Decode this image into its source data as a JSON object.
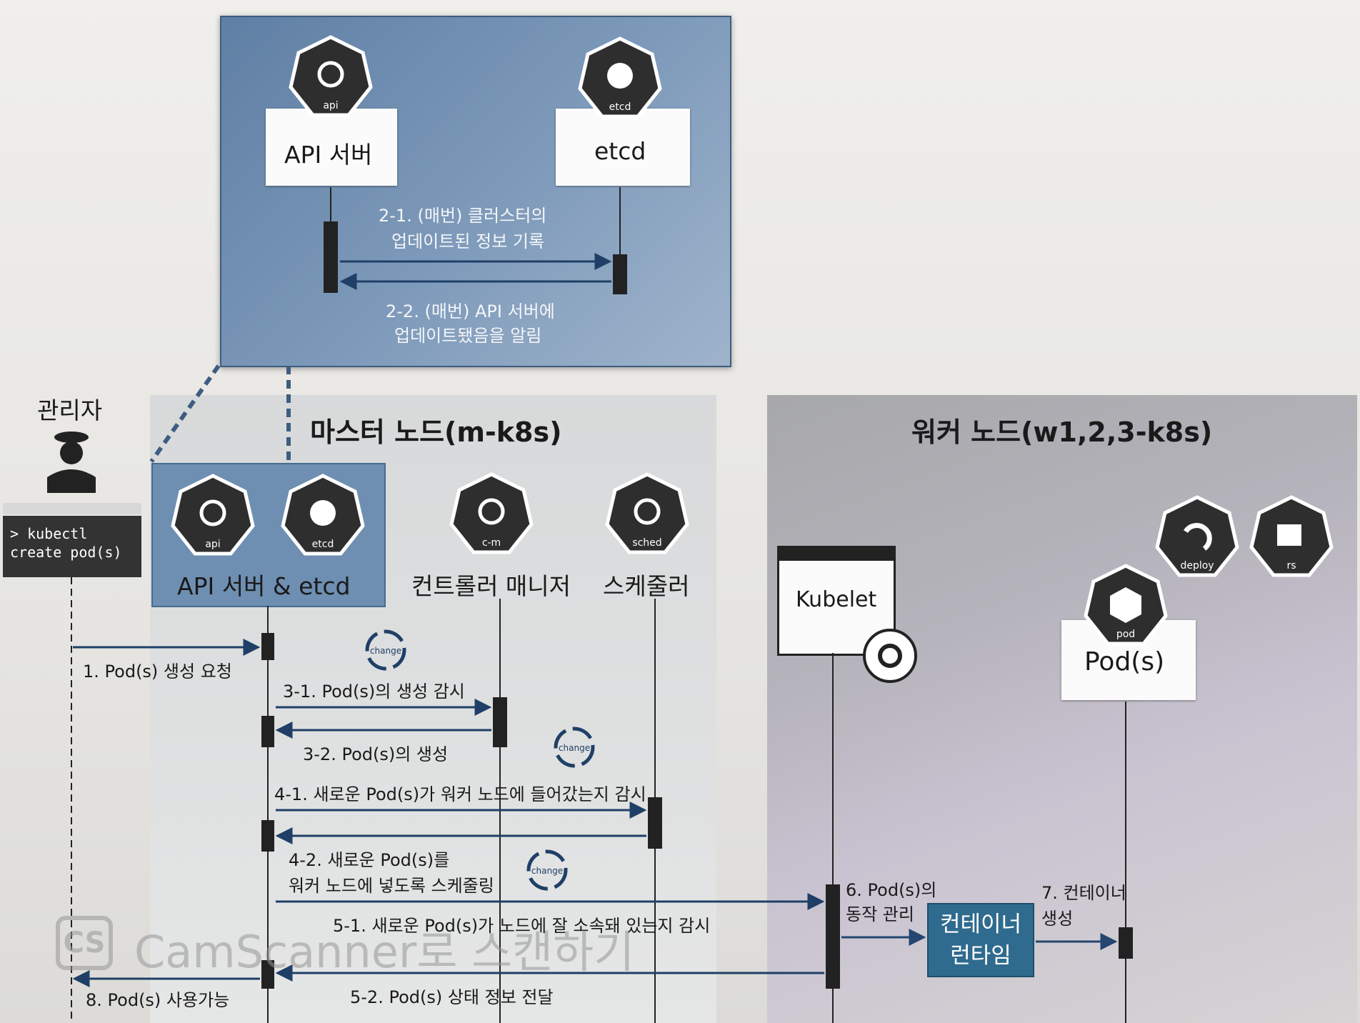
{
  "etcd_panel": {
    "api_label": "API 서버",
    "etcd_label": "etcd",
    "step_2_1_line1": "2-1. (매번) 클러스터의",
    "step_2_1_line2": "업데이트된 정보 기록",
    "step_2_2_line1": "2-2. (매번) API 서버에",
    "step_2_2_line2": "업데이트됐음을 알림"
  },
  "admin": {
    "label": "관리자",
    "command_line1": "> kubectl",
    "command_line2": "create pod(s)"
  },
  "master_node": {
    "title": "마스터 노드(m-k8s)",
    "api_etcd_label": "API 서버 & etcd",
    "controller_label": "컨트롤러 매니저",
    "scheduler_label": "스케줄러"
  },
  "worker_node": {
    "title": "워커 노드(w1,2,3-k8s)",
    "kubelet_label": "Kubelet",
    "pod_label": "Pod(s)",
    "runtime_line1": "컨테이너",
    "runtime_line2": "런타임"
  },
  "icons": {
    "api": "api",
    "etcd": "etcd",
    "cm": "c-m",
    "sched": "sched",
    "deploy": "deploy",
    "rs": "rs",
    "pod": "pod",
    "change": "change"
  },
  "steps": {
    "s1": "1. Pod(s) 생성 요청",
    "s3_1": "3-1. Pod(s)의 생성 감시",
    "s3_2": "3-2. Pod(s)의 생성",
    "s4_1": "4-1. 새로운 Pod(s)가 워커 노드에 들어갔는지 감시",
    "s4_2_line1": "4-2. 새로운 Pod(s)를",
    "s4_2_line2": "워커 노드에 넣도록 스케줄링",
    "s5_1": "5-1. 새로운 Pod(s)가 노드에 잘 소속돼 있는지 감시",
    "s5_2": "5-2. Pod(s) 상태 정보 전달",
    "s6_line1": "6. Pod(s)의",
    "s6_line2": "동작 관리",
    "s7_line1": "7. 컨테이너",
    "s7_line2": "생성",
    "s8": "8. Pod(s) 사용가능"
  },
  "watermark": {
    "logo": "CS",
    "text": "CamScanner로 스캔하기"
  },
  "colors": {
    "icon_dark": "#2e2e2e",
    "arrow": "#1f3f66",
    "panel": "#6e8fb2",
    "runtime": "#2f6b8e"
  }
}
